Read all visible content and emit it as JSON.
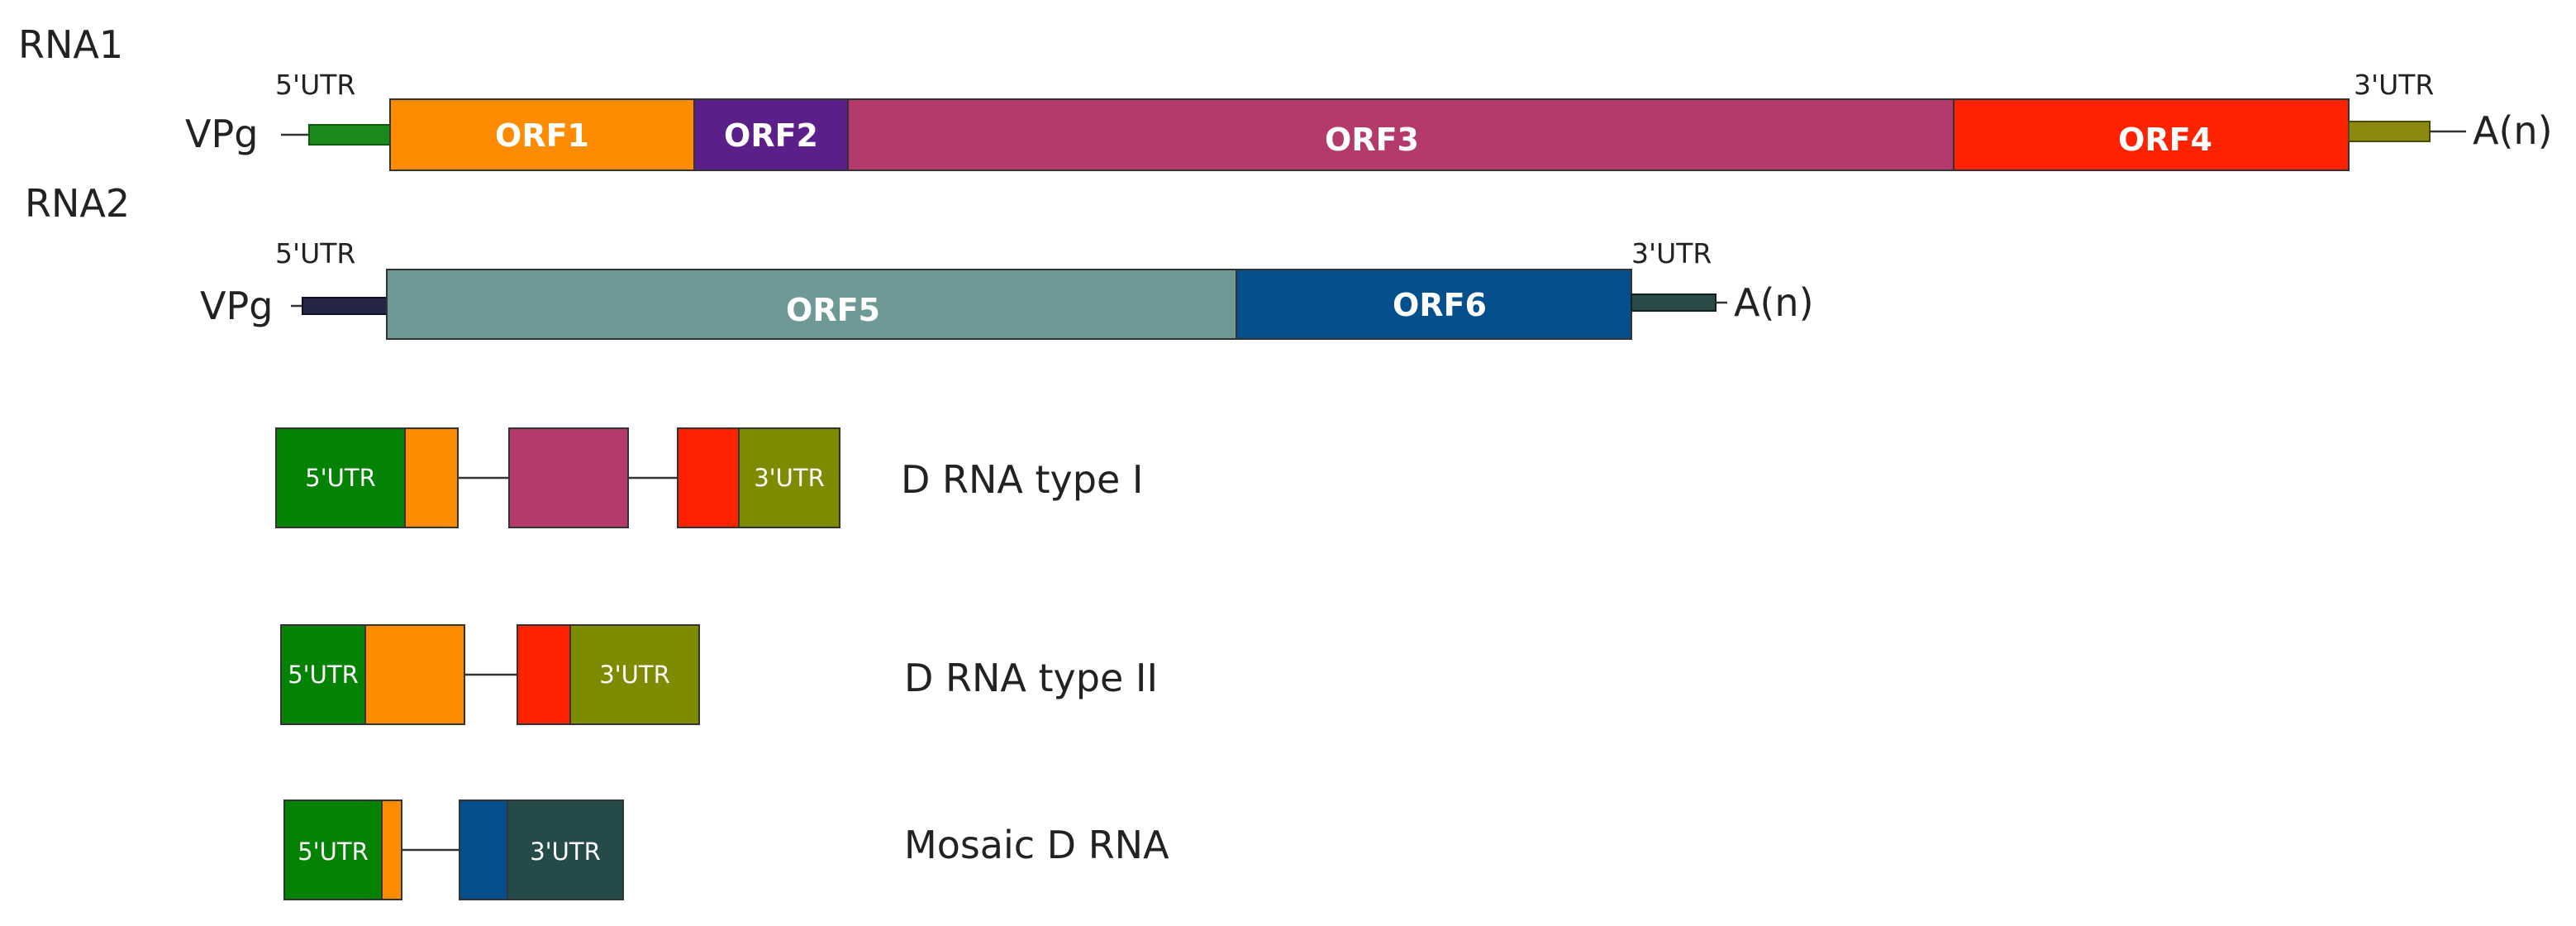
{
  "rna1": {
    "label": "RNA1",
    "vpg": "VPg",
    "utr5": "5'UTR",
    "utr3": "3'UTR",
    "polyA": "A(n)",
    "orfs": [
      {
        "name": "ORF1",
        "color": "#ff8c00"
      },
      {
        "name": "ORF2",
        "color": "#5b1f8a"
      },
      {
        "name": "ORF3",
        "color": "#b43a6b"
      },
      {
        "name": "ORF4",
        "color": "#ff2200"
      }
    ],
    "utr5_color": "#1a8a1a",
    "utr3_color": "#8a8a10"
  },
  "rna2": {
    "label": "RNA2",
    "vpg": "VPg",
    "utr5": "5'UTR",
    "utr3": "3'UTR",
    "polyA": "A(n)",
    "orfs": [
      {
        "name": "ORF5",
        "color": "#6f9996"
      },
      {
        "name": "ORF6",
        "color": "#044f8c"
      }
    ],
    "utr5_color": "#252545",
    "utr3_color": "#2a4a48"
  },
  "d_rna_1": {
    "label": "D RNA type I",
    "utr5": "5'UTR",
    "utr3": "3'UTR"
  },
  "d_rna_2": {
    "label": "D RNA type II",
    "utr5": "5'UTR",
    "utr3": "3'UTR"
  },
  "mosaic": {
    "label": "Mosaic D RNA",
    "utr5": "5'UTR",
    "utr3": "3'UTR"
  },
  "colors": {
    "green": "#048204",
    "orange": "#ff8c00",
    "magenta": "#b43a6b",
    "red": "#ff2200",
    "olive": "#7e8a00",
    "blue": "#044f8c",
    "dark_teal": "#254a4a"
  }
}
